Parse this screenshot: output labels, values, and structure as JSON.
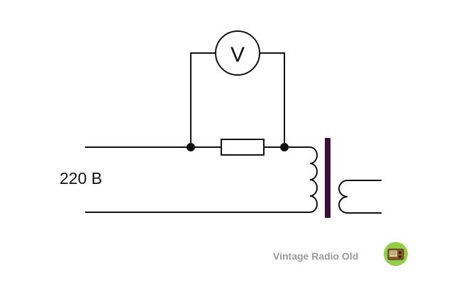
{
  "diagram": {
    "voltmeter_symbol": "V",
    "supply_label": "220 B",
    "colors": {
      "wire": "#111111",
      "core": "#3a0f3a",
      "watermark": "#9a9a9a",
      "logo_circle": "#8fcf4a"
    }
  },
  "watermark": {
    "text": "Vintage Radio Old",
    "icon": "vintage-radio-icon"
  }
}
